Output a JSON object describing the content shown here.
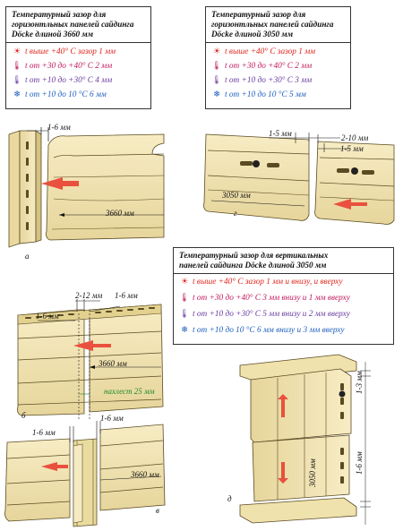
{
  "box1": {
    "title_l1": "Температурный зазор для",
    "title_l2": "горизонтльных панелей сайдинга",
    "title_l3": "Döcke длиной 3660 мм",
    "rows": [
      {
        "text": "t выше +40° С зазор 1 мм",
        "icon": "sun-icon",
        "color": "#e0241c"
      },
      {
        "text": "t от +30 до +40° С 2 мм",
        "icon": "thermometer-icon",
        "color": "#c2185b"
      },
      {
        "text": "t от +10 до +30° С 4 мм",
        "icon": "thermometer-icon",
        "color": "#6a3aa0"
      },
      {
        "text": "t от +10 до 10 °С 6 мм",
        "icon": "snowflake-icon",
        "color": "#1f5fbf"
      }
    ]
  },
  "box2": {
    "title_l1": "Температурный зазор для",
    "title_l2": "горизонтльных панелей сайдинга",
    "title_l3": "Döcke длиной 3050 мм",
    "rows": [
      {
        "text": "t выше +40° С зазор 1 мм",
        "icon": "sun-icon",
        "color": "#e0241c"
      },
      {
        "text": "t от +30 до +40° С 2 мм",
        "icon": "thermometer-icon",
        "color": "#c2185b"
      },
      {
        "text": "t от +10 до +30° С 3 мм",
        "icon": "thermometer-icon",
        "color": "#6a3aa0"
      },
      {
        "text": "t от +10 до 10 °С 5 мм",
        "icon": "snowflake-icon",
        "color": "#1f5fbf"
      }
    ]
  },
  "box3": {
    "title_l1": "Температурный зазор для вертикальных",
    "title_l2": "панелей сайдинга Döcke длиной 3050 мм",
    "rows": [
      {
        "text": "t выше +40° С зазор 1 мм и внизу, и вверху",
        "icon": "sun-icon",
        "color": "#e0241c"
      },
      {
        "text": "t от +30 до +40° С 3 мм внизу и 1 мм вверху",
        "icon": "thermometer-icon",
        "color": "#c2185b"
      },
      {
        "text": "t от +10 до +30° С 5 мм внизу и 2 мм вверху",
        "icon": "thermometer-icon",
        "color": "#6a3aa0"
      },
      {
        "text": "t от +10 до 10 °С 6 мм внизу и 3 мм вверху",
        "icon": "snowflake-icon",
        "color": "#1f5fbf"
      }
    ]
  },
  "labels": {
    "a_gap": "1-6 мм",
    "a_len": "3660 мм",
    "a_fig": "а",
    "g_gap1": "1-5 мм",
    "g_gap2": "2-10 мм",
    "g_gap3": "1-5 мм",
    "g_len": "3050 мм",
    "g_fig": "г",
    "b_gap1": "2-12 мм",
    "b_gap2": "1-6 мм",
    "b_gap3": "1-6 мм",
    "b_len": "3660 мм",
    "b_overlap": "нахлест 25 мм",
    "b_fig": "б",
    "v_gap1": "1-6 мм",
    "v_gap2": "1-6 мм",
    "v_len": "3660 мм",
    "v_fig": "в",
    "d_gap_top": "1-3 мм",
    "d_gap_bottom": "1-6 мм",
    "d_len": "3050 мм",
    "d_fig": "д"
  },
  "colors": {
    "panel": "#f3e6b5",
    "panel_shade": "#e0cf93",
    "panel_dark": "#c8b374",
    "arrow": "#e9503e",
    "green": "#1e8c2a"
  }
}
